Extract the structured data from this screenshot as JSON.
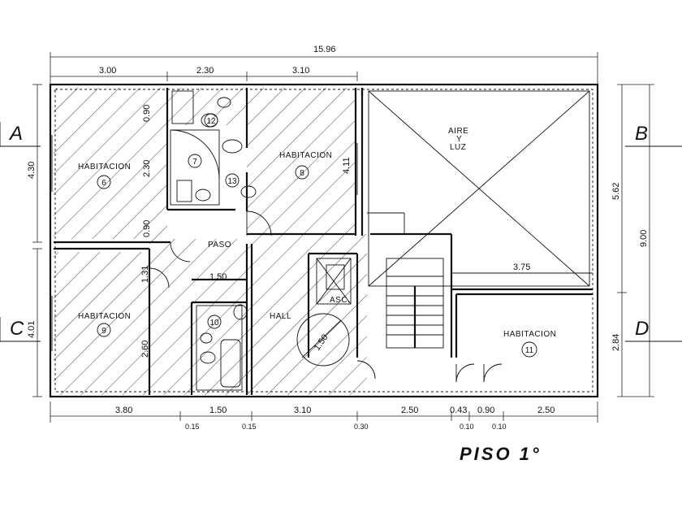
{
  "title": "PISO 1°",
  "axes": {
    "a": "A",
    "b": "B",
    "c": "C",
    "d": "D"
  },
  "dims_top": {
    "total": "15.96",
    "d1": "3.00",
    "d2": "2.30",
    "d3": "3.10"
  },
  "dims_bottom": {
    "d1": "3.80",
    "d2": "1.50",
    "d3": "3.10",
    "d4": "2.50",
    "d5": "0.43",
    "d6": "0.90",
    "d7": "2.50",
    "s1": "0.15",
    "s2": "0.15",
    "s3": "0.30",
    "s4": "0.10",
    "s5": "0.10"
  },
  "dims_right": {
    "total": "9.00",
    "upper": "5.62",
    "lower": "2.84"
  },
  "dims_left": {
    "upper": "4.30",
    "lower": "4.01"
  },
  "dims_inner": {
    "h090": "0.90",
    "h230": "2.30",
    "h090b": "0.90",
    "h131": "1.31",
    "w150": "1.50",
    "h260": "2.60",
    "h411": "4.11",
    "w375": "3.75",
    "circle": "1.50"
  },
  "rooms": {
    "hab6": {
      "label": "HABITACION",
      "num": "6"
    },
    "hab8": {
      "label": "HABITACION",
      "num": "8"
    },
    "hab9": {
      "label": "HABITACION",
      "num": "9"
    },
    "hab11": {
      "label": "HABITACION",
      "num": "11"
    },
    "aire1": "AIRE",
    "aire2": "Y",
    "aire3": "LUZ",
    "paso": "PASO",
    "hall": "HALL",
    "asc": "ASC."
  },
  "fixtures": {
    "n7": "7",
    "n10": "10",
    "n12": "12",
    "n13": "13"
  }
}
